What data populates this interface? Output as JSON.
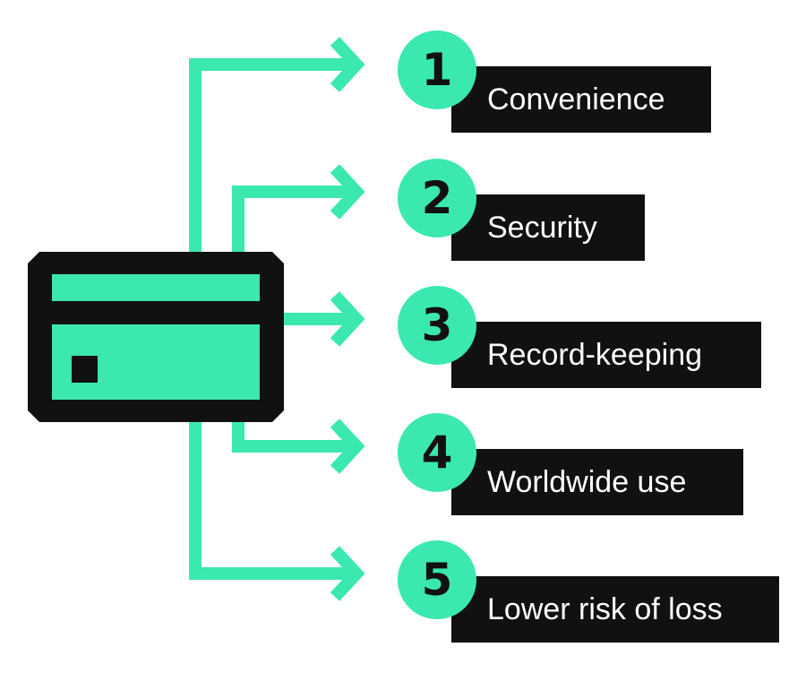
{
  "colors": {
    "accent": "#3be8b0",
    "dark": "#111111",
    "label_text": "#ffffff",
    "background": "#ffffff"
  },
  "card": {
    "icon": "credit-card-icon"
  },
  "benefits": [
    {
      "number": "1",
      "label": "Convenience"
    },
    {
      "number": "2",
      "label": "Security"
    },
    {
      "number": "3",
      "label": "Record-keeping"
    },
    {
      "number": "4",
      "label": "Worldwide use"
    },
    {
      "number": "5",
      "label": "Lower risk of loss"
    }
  ]
}
